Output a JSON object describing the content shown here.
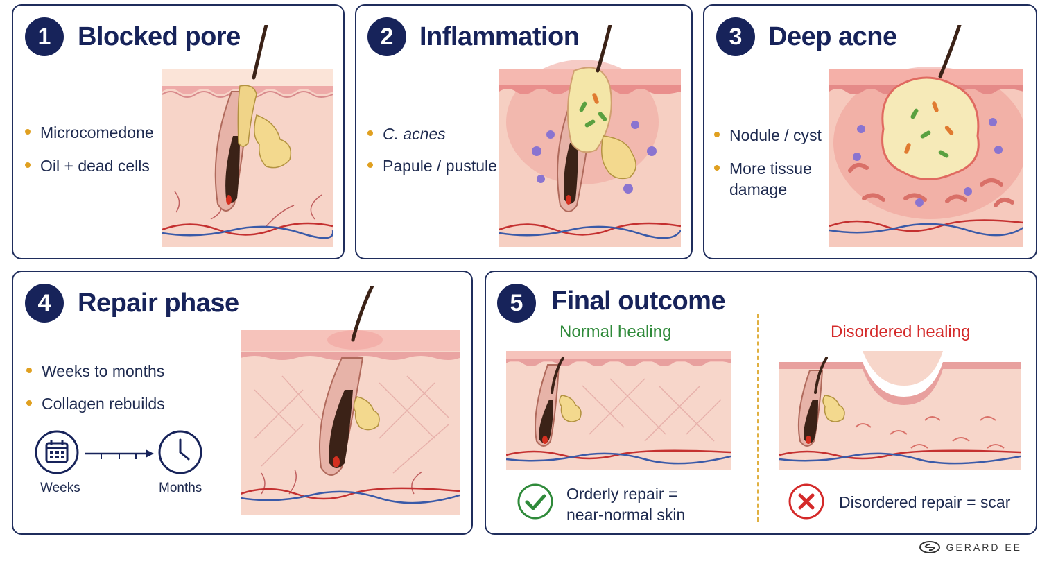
{
  "panels": [
    {
      "number": "1",
      "title": "Blocked pore",
      "bullets": [
        "Microcomedone",
        "Oil + dead cells"
      ]
    },
    {
      "number": "2",
      "title": "Inflammation",
      "bullets": [
        "C. acnes",
        "Papule / pustule"
      ]
    },
    {
      "number": "3",
      "title": "Deep acne",
      "bullets": [
        "Nodule / cyst",
        "More tissue damage"
      ]
    },
    {
      "number": "4",
      "title": "Repair phase",
      "bullets": [
        "Weeks to months",
        "Collagen rebuilds"
      ],
      "timeline_start": "Weeks",
      "timeline_end": "Months"
    },
    {
      "number": "5",
      "title": "Final outcome",
      "normal_label": "Normal healing",
      "disordered_label": "Disordered healing",
      "normal_note_1": "Orderly repair =",
      "normal_note_2": "near-normal skin",
      "disordered_note": "Disordered repair = scar"
    }
  ],
  "brand": "GERARD EE",
  "colors": {
    "navy": "#17235a",
    "bullet": "#e0a020",
    "green": "#2f8a3a",
    "red": "#d42a2a"
  }
}
